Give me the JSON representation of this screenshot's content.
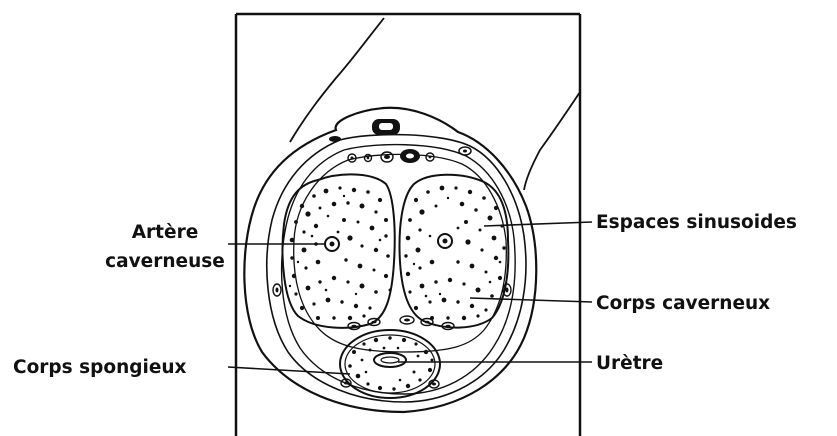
{
  "labels": {
    "artere_line1": "Artère",
    "artere_line2": "caverneuse",
    "corps_spongieux": "Corps spongieux",
    "espaces_sinusoides": "Espaces sinusoides",
    "corps_caverneux": "Corps caverneux",
    "uretre": "Urètre"
  },
  "colors": {
    "ink": "#111111",
    "background": "#ffffff"
  }
}
